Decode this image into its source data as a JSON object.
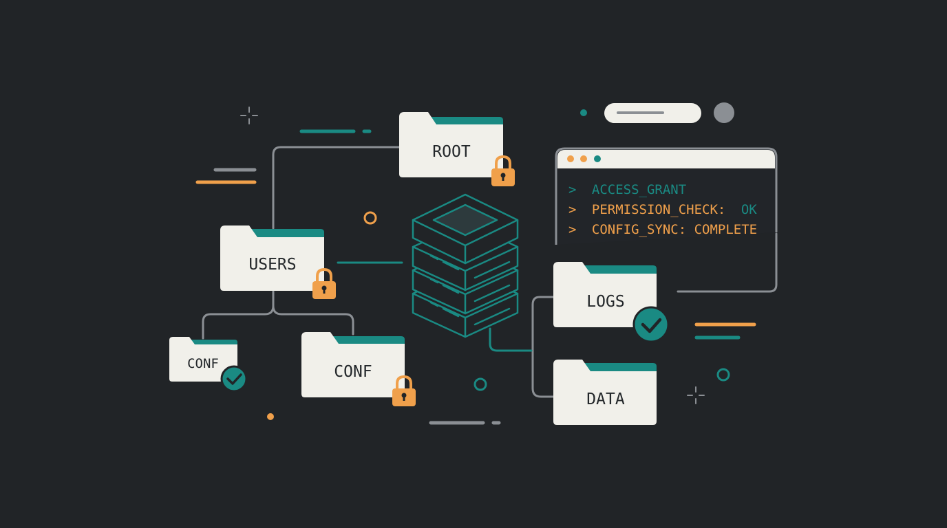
{
  "colors": {
    "background": "#212427",
    "folder_body": "#f1f0ea",
    "folder_tab": "#1a8a83",
    "accent_orange": "#f0a04b",
    "accent_teal": "#1a8a83",
    "line_gray": "#8b8f94",
    "terminal_bg": "#222529",
    "terminal_titlebar": "#f1f0ea"
  },
  "folders": {
    "root": {
      "label": "ROOT",
      "badge": "lock-icon"
    },
    "users": {
      "label": "USERS",
      "badge": "lock-icon"
    },
    "conf_small": {
      "label": "CONF",
      "badge": "check-icon"
    },
    "conf_large": {
      "label": "CONF",
      "badge": "lock-icon"
    },
    "logs": {
      "label": "LOGS",
      "badge": "check-icon"
    },
    "data": {
      "label": "DATA",
      "badge": ""
    }
  },
  "terminal": {
    "prompt": ">",
    "lines": [
      {
        "text": "ACCESS_GRANT",
        "status": ""
      },
      {
        "text": "PERMISSION_CHECK:",
        "status": "OK"
      },
      {
        "text": "CONFIG_SYNC: COMPLETE",
        "status": ""
      }
    ],
    "window_dots": [
      "#f0a04b",
      "#f0a04b",
      "#1a8a83"
    ]
  },
  "server": {
    "icon": "server-stack-icon"
  }
}
